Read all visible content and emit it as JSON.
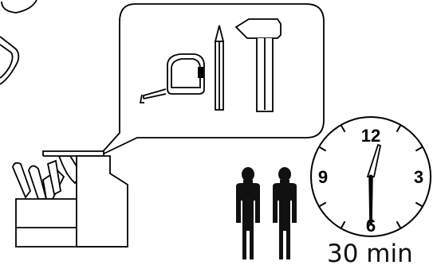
{
  "clock": {
    "label_12": "12",
    "label_3": "3",
    "label_9": "9",
    "label_6": "6",
    "duration_label": "30 min"
  },
  "tools": [
    "tape-measure",
    "pencil",
    "hammer"
  ],
  "people_count": 2,
  "colors": {
    "line": "#000000",
    "fill": "#ffffff",
    "person": "#111111"
  }
}
